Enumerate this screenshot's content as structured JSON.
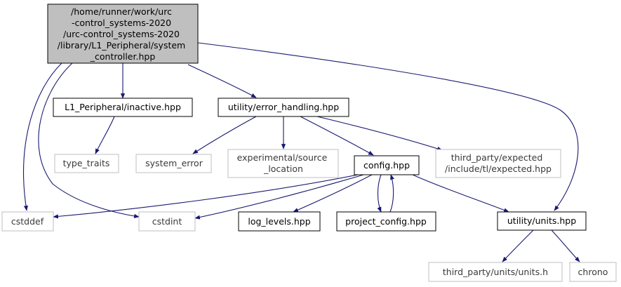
{
  "graph": {
    "colors": {
      "root_fill": "#bfbfbf",
      "node_border": "#000000",
      "external_border": "#bfbfbf",
      "edge": "#191970",
      "background": "#ffffff"
    },
    "nodes": {
      "root": {
        "lines": [
          "/home/runner/work/urc",
          "-control_systems-2020",
          "/urc-control_systems-2020",
          "/library/L1_Peripheral/system",
          "_controller.hpp"
        ]
      },
      "inactive": {
        "lines": [
          "L1_Peripheral/inactive.hpp"
        ]
      },
      "error_handling": {
        "lines": [
          "utility/error_handling.hpp"
        ]
      },
      "type_traits": {
        "lines": [
          "type_traits"
        ]
      },
      "system_error": {
        "lines": [
          "system_error"
        ]
      },
      "source_location": {
        "lines": [
          "experimental/source",
          "_location"
        ]
      },
      "config": {
        "lines": [
          "config.hpp"
        ]
      },
      "expected": {
        "lines": [
          "third_party/expected",
          "/include/tl/expected.hpp"
        ]
      },
      "cstddef": {
        "lines": [
          "cstddef"
        ]
      },
      "cstdint": {
        "lines": [
          "cstdint"
        ]
      },
      "log_levels": {
        "lines": [
          "log_levels.hpp"
        ]
      },
      "project_config": {
        "lines": [
          "project_config.hpp"
        ]
      },
      "units_hpp": {
        "lines": [
          "utility/units.hpp"
        ]
      },
      "units_h": {
        "lines": [
          "third_party/units/units.h"
        ]
      },
      "chrono": {
        "lines": [
          "chrono"
        ]
      }
    }
  }
}
